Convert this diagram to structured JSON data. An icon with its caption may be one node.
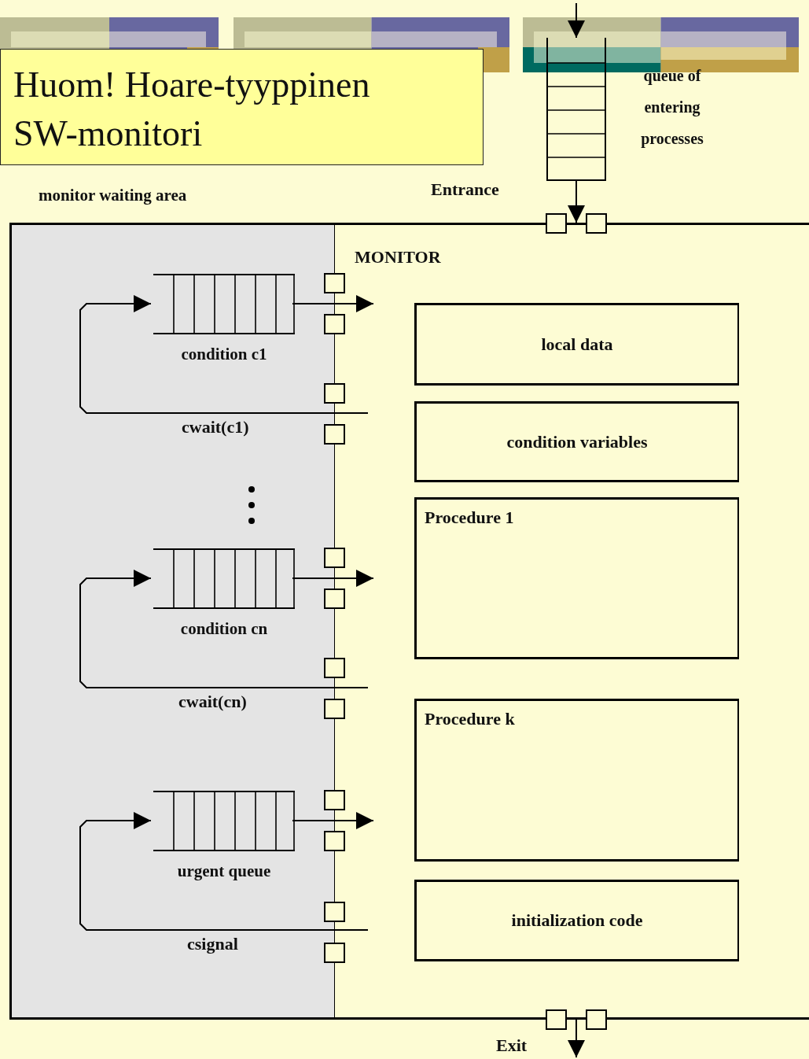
{
  "diagram": {
    "nodes": [
      {
        "text": [
          "Huom! Hoare-tyyppinen SW-monitori"
        ]
      },
      {
        "text": [],
        "shape": "box",
        "beside": [
          "queue of entering processes"
        ]
      },
      {
        "text": [
          "MONITOR"
        ]
      },
      {
        "text": [
          "monitor waiting area"
        ],
        "in": 2
      },
      {
        "text": [
          "condition c1"
        ],
        "in": 3
      },
      {
        "text": [
          "condition cn"
        ],
        "in": 3
      },
      {
        "text": [
          "urgent queue"
        ],
        "in": 3
      },
      {
        "text": [
          "local data"
        ],
        "in": 2
      },
      {
        "text": [
          "condition variables"
        ],
        "in": 2
      },
      {
        "text": [
          "Procedure 1"
        ],
        "in": 2
      },
      {
        "text": [
          "Procedure k"
        ],
        "in": 2
      },
      {
        "text": [
          "initialization code"
        ],
        "in": 2
      }
    ],
    "edges": [
      {
        "from": null,
        "to": 1,
        "arrow": "to"
      },
      {
        "from": 1,
        "to": 2,
        "arrow": "to",
        "label": "Entrance"
      },
      {
        "from": 4,
        "to": null,
        "arrow": "to"
      },
      {
        "from": null,
        "to": 4,
        "arrow": "to",
        "label": "cwait(c1)"
      },
      {
        "from": 5,
        "to": null,
        "arrow": "to"
      },
      {
        "from": null,
        "to": 5,
        "arrow": "to",
        "label": "cwait(cn)"
      },
      {
        "from": 6,
        "to": null,
        "arrow": "to"
      },
      {
        "from": null,
        "to": 6,
        "arrow": "to",
        "label": "csignal"
      },
      {
        "from": 2,
        "to": null,
        "arrow": "to",
        "label": "Exit"
      }
    ]
  }
}
